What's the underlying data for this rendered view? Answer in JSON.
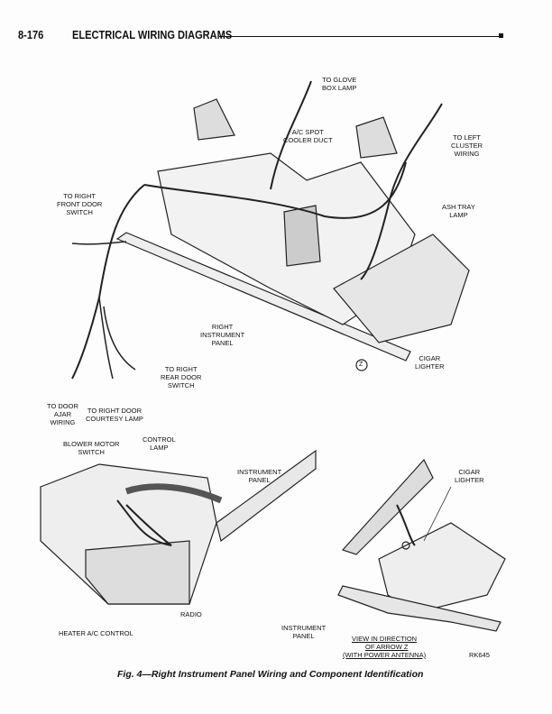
{
  "header": {
    "page_number": "8-176",
    "section_title": "ELECTRICAL WIRING DIAGRAMS"
  },
  "main_diagram_labels": {
    "glove_box": "TO GLOVE\nBOX LAMP",
    "ac_spot": "A/C SPOT\nCOOLER DUCT",
    "left_cluster": "TO LEFT\nCLUSTER\nWIRING",
    "front_door": "TO RIGHT\nFRONT DOOR\nSWITCH",
    "ash_tray": "ASH TRAY\nLAMP",
    "right_ip": "RIGHT\nINSTRUMENT\nPANEL",
    "cigar": "CIGAR\nLIGHTER",
    "rear_door": "TO RIGHT\nREAR DOOR\nSWITCH",
    "door_ajar": "TO DOOR\nAJAR\nWIRING",
    "courtesy": "TO RIGHT DOOR\nCOURTESY LAMP",
    "arrow_z": "Z"
  },
  "detail_left_labels": {
    "blower": "BLOWER MOTOR\nSWITCH",
    "control_lamp": "CONTROL\nLAMP",
    "instrument_panel": "INSTRUMENT\nPANEL",
    "radio": "RADIO",
    "heater": "HEATER A/C CONTROL"
  },
  "detail_right_labels": {
    "cigar": "CIGAR\nLIGHTER",
    "instrument_panel": "INSTRUMENT\nPANEL",
    "view_line1": "VIEW IN DIRECTION",
    "view_line2": "OF ARROW Z",
    "view_line3": "(WITH POWER ANTENNA)",
    "code": "RK645"
  },
  "caption": "Fig. 4—Right Instrument Panel Wiring and Component Identification"
}
